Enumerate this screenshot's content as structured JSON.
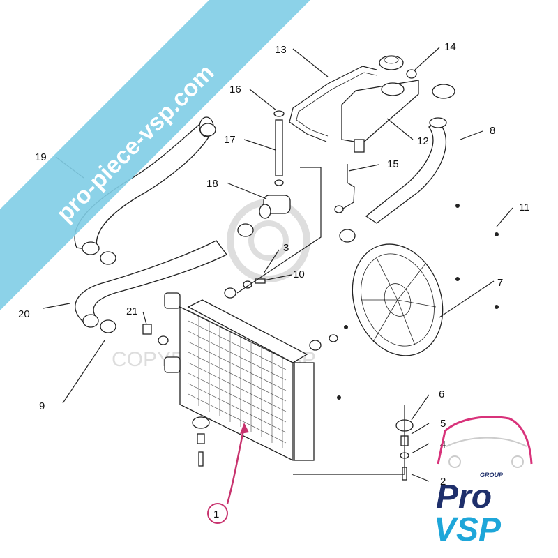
{
  "banner": {
    "text": "pro-piece-vsp.com",
    "color": "#7fcde6"
  },
  "watermark": {
    "text": "COPYRIGHT ProVSP"
  },
  "logo": {
    "group": "GROUP",
    "pro": "Pro",
    "vsp": "VSP",
    "pro_color": "#1e2f6b",
    "vsp_color": "#1ea6d9",
    "accent_color": "#d8327a"
  },
  "highlight_color": "#c8336e",
  "part_labels": {
    "p1": "1",
    "p2": "2",
    "p3": "3",
    "p4": "4",
    "p5": "5",
    "p6": "6",
    "p7": "7",
    "p8": "8",
    "p9": "9",
    "p10": "10",
    "p11": "11",
    "p12": "12",
    "p13": "13",
    "p14": "14",
    "p15": "15",
    "p16": "16",
    "p17": "17",
    "p18": "18",
    "p19": "19",
    "p20": "20",
    "p21": "21"
  }
}
